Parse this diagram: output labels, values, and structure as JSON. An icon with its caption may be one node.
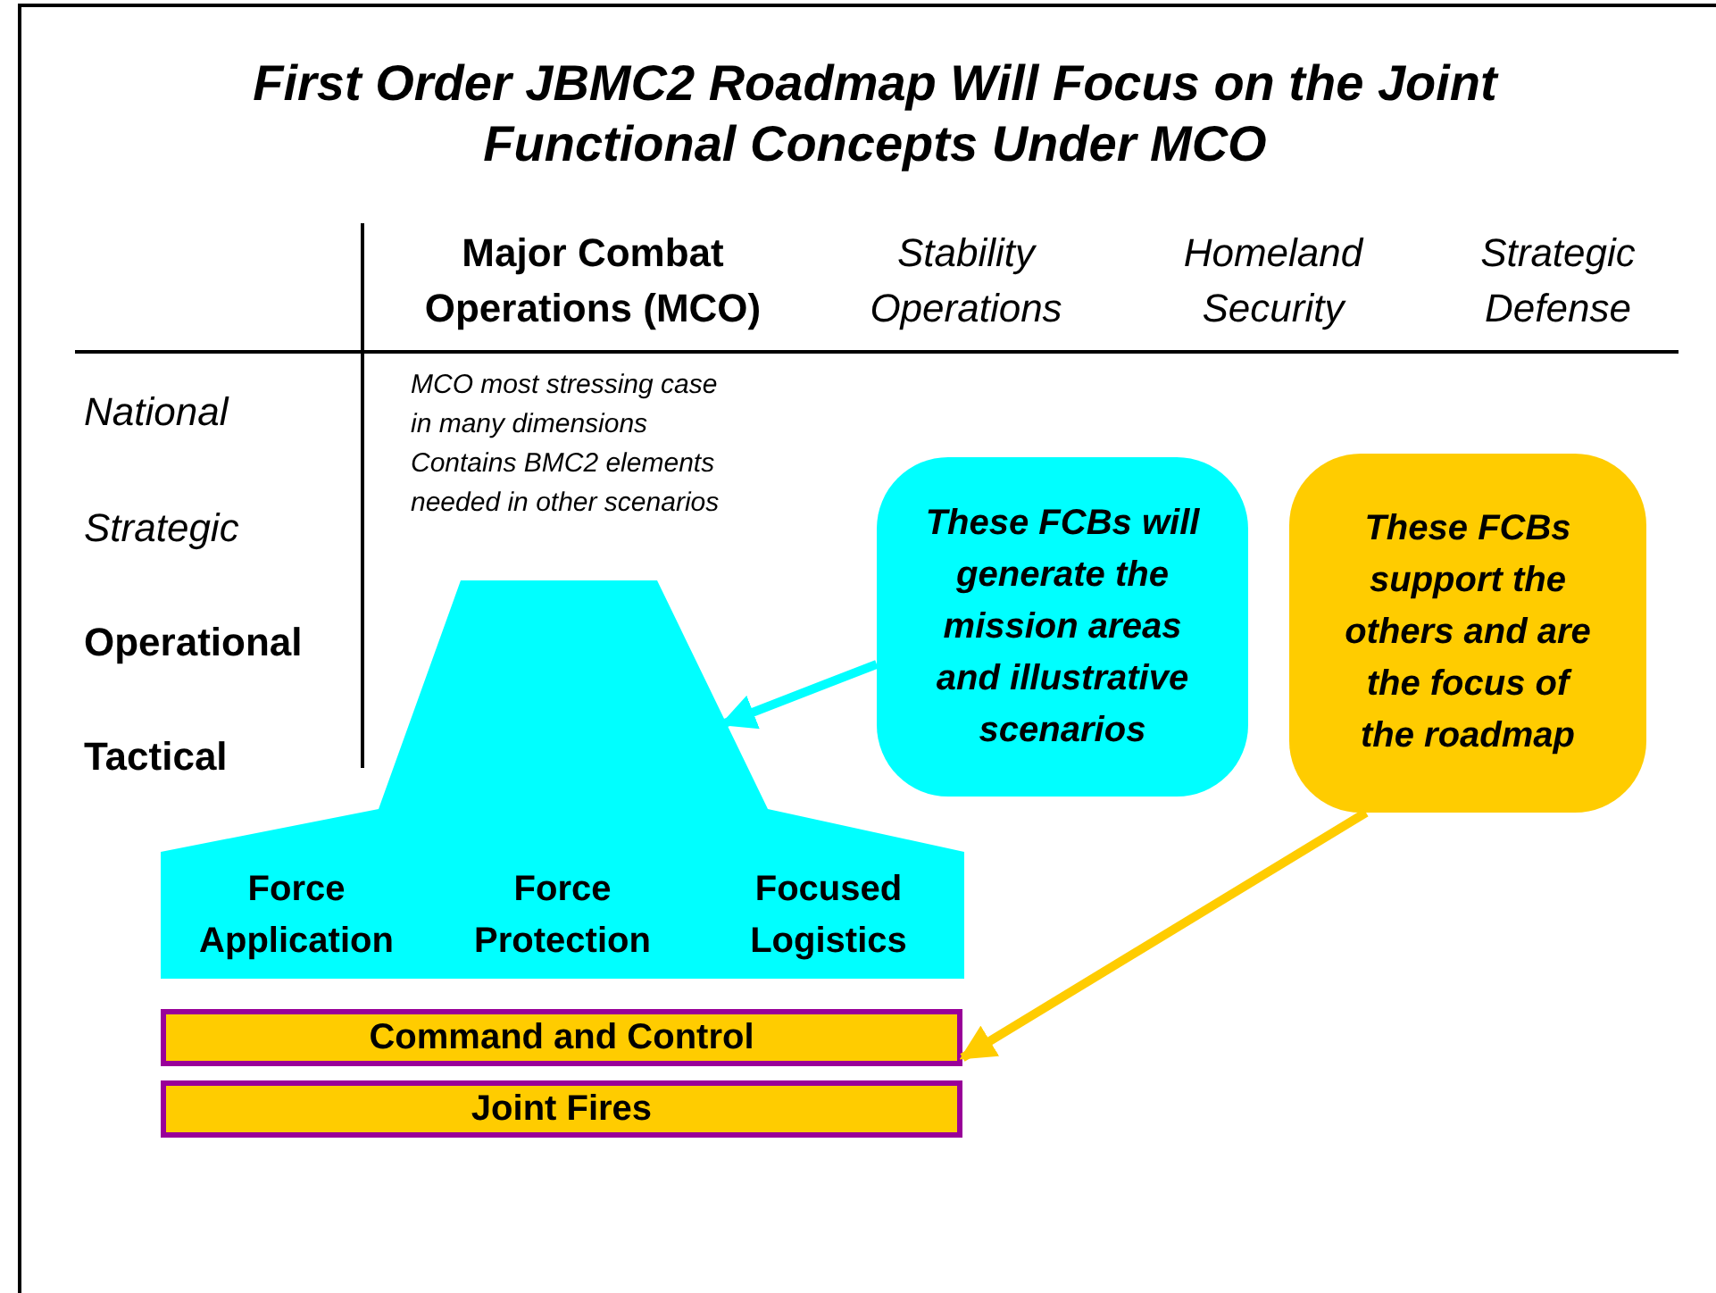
{
  "diagram": {
    "title": "First Order JBMC2 Roadmap Will Focus on the Joint Functional Concepts Under MCO",
    "nodes": [
      {
        "text": [
          "Force Application",
          "Force Protection",
          "Focused Logistics"
        ]
      },
      {
        "text": [
          "Command and Control"
        ]
      },
      {
        "text": [
          "Joint Fires"
        ]
      },
      {
        "text": [
          "These FCBs will generate the mission areas and illustrative scenarios"
        ]
      },
      {
        "text": [
          "These FCBs support the others and are the focus of the roadmap"
        ]
      }
    ],
    "edges": [
      {
        "from": 3,
        "to": 0,
        "arrow": "to",
        "color": "#00ffff"
      },
      {
        "from": 4,
        "to": 1,
        "arrow": "to",
        "color": "#ffcc00"
      }
    ],
    "labels": [
      "Major Combat Operations (MCO)",
      "Stability Operations",
      "Homeland Security",
      "Strategic Defense",
      "National",
      "Strategic",
      "Operational",
      "Tactical",
      "MCO most stressing case in many dimensions",
      "Contains BMC2 elements needed in other scenarios"
    ]
  }
}
